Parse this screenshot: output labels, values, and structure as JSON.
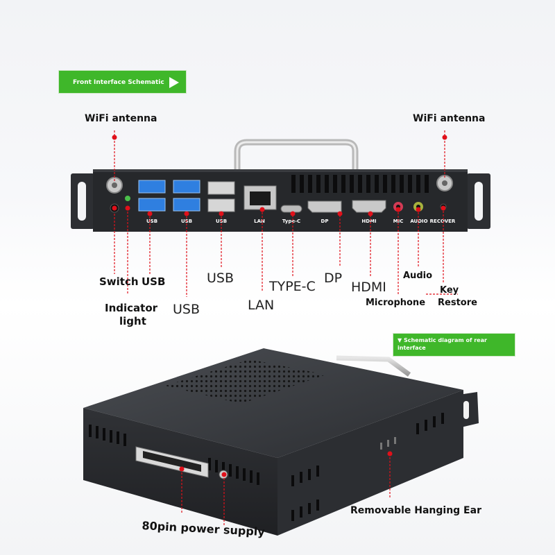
{
  "banners": {
    "front": "Front Interface Schematic",
    "rear": "Schematic diagram of rear interface",
    "rear_marker": "▼"
  },
  "front_labels": {
    "wifi_left": "WiFi antenna",
    "wifi_right": "WiFi antenna",
    "switch": "Switch",
    "usb_bold": "USB",
    "indicator": "Indicator",
    "indicator_light": "light",
    "usb_mid": "USB",
    "usb_right": "USB",
    "lan": "LAN",
    "type_c": "TYPE-C",
    "dp": "DP",
    "hdmi": "HDMI",
    "audio": "Audio",
    "microphone": "Microphone",
    "key": "Key",
    "restore": "Restore"
  },
  "panel_port_text": {
    "usb1": "USB",
    "usb2": "USB",
    "usb3": "USB",
    "lan": "LAN",
    "typec": "Type-C",
    "dp": "DP",
    "hdmi": "HDMI",
    "mic": "MIC",
    "audio": "AUDIO",
    "recover": "RECOVER"
  },
  "rear_labels": {
    "power": "80pin power supply",
    "ear": "Removable Hanging Ear"
  },
  "colors": {
    "banner_green": "#3fb72a",
    "pointer_red": "#e0101a",
    "chassis": "#2a2c30",
    "usb_blue": "#2f7fe0"
  }
}
